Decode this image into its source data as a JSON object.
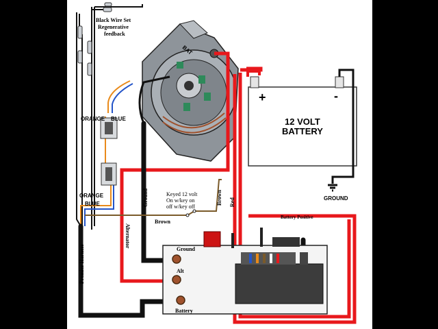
{
  "labels": {
    "black_wire_line1": "Black Wire Set",
    "black_wire_line2": "Regenerative",
    "black_wire_line3": "feedback",
    "orange_top": "ORANGE",
    "blue_top": "BLUE",
    "orange_bottom": "ORANGE",
    "blue_bottom": "BLUE",
    "ground_vertical": "Ground",
    "keyed_line1": "Keyed 12 volt",
    "keyed_line2": "On w/key on",
    "keyed_line3": "off w/key off",
    "brown_vertical": "Brown",
    "red_vertical": "Red",
    "brown_horizontal": "Brown",
    "battery_plus": "+",
    "battery_minus": "-",
    "battery_line1": "12 VOLT",
    "battery_line2": "BATTERY",
    "ground_battery": "GROUND",
    "battery_positive": "Battery Positive",
    "alternator_vertical": "Alternator",
    "premier_harness": "Premier Harness",
    "term_ground": "Ground",
    "term_alt": "Alt",
    "term_battery": "Battery",
    "alt_bat": "BAT"
  },
  "colors": {
    "red_wire": "#e8181c",
    "black_wire": "#111111",
    "brown_wire": "#7a5a2a",
    "orange_wire": "#e98a1a",
    "blue_wire": "#2454c8",
    "metal": "#9aa0a6",
    "green_accent": "#2e8a5a"
  }
}
